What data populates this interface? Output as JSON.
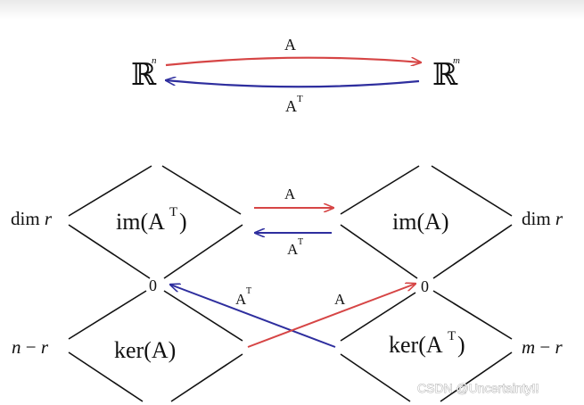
{
  "top_map": {
    "left_space": "ℝ",
    "left_exp": "n",
    "right_space": "ℝ",
    "right_exp": "m",
    "forward_label": "A",
    "backward_label": "A",
    "backward_sup": "T"
  },
  "diamonds": {
    "row_space": "im(A",
    "row_space_sup": "T",
    "row_space_close": ")",
    "column_space": "im(A)",
    "null_space": "ker(A)",
    "left_null_space": "ker(A",
    "left_null_space_sup": "T",
    "left_null_space_close": ")",
    "zero_left": "0",
    "zero_right": "0"
  },
  "dimensions": {
    "left_top_dim": "dim",
    "left_top_var": "r",
    "right_top_dim": "dim",
    "right_top_var": "r",
    "left_bottom_a": "n",
    "left_bottom_op": " − ",
    "left_bottom_b": "r",
    "right_bottom_a": "m",
    "right_bottom_op": " − ",
    "right_bottom_b": "r"
  },
  "arrows": {
    "mid_forward": "A",
    "mid_backward": "A",
    "mid_backward_sup": "T",
    "cross_to_zero_left": "A",
    "cross_to_zero_left_sup": "T",
    "cross_to_zero_right": "A"
  },
  "colors": {
    "forward": "#d64545",
    "backward": "#2e2e9e",
    "lines": "#111111"
  },
  "watermark": "CSDN @Uncertainty!!"
}
